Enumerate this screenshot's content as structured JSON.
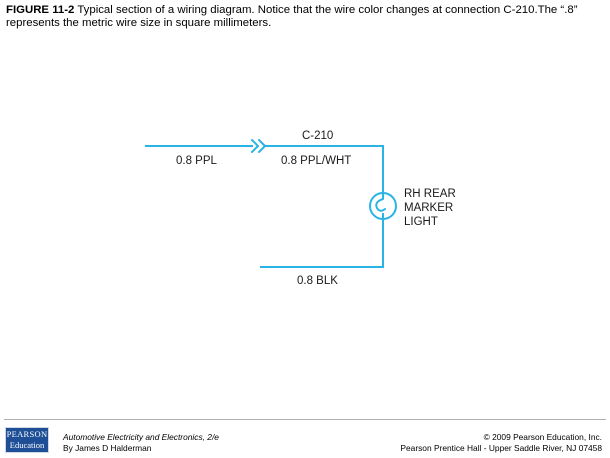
{
  "caption": {
    "figure_number": "FIGURE 11-2",
    "text": " Typical section of a wiring diagram. Notice that the wire color changes at connection C-210.The “.8” represents the metric wire size in square millimeters."
  },
  "diagram": {
    "wire_color": "#2ab4e6",
    "connector_label": "C-210",
    "labels": {
      "input_wire": "0.8 PPL",
      "output_wire": "0.8 PPL/WHT",
      "ground_wire": "0.8 BLK",
      "component_line1": "RH REAR",
      "component_line2": "MARKER",
      "component_line3": "LIGHT"
    }
  },
  "footer": {
    "logo_line1": "PEARSON",
    "logo_line2": "Education",
    "book_title": "Automotive Electricity and Electronics",
    "book_edition": ", 2/e",
    "author": "By James D Halderman",
    "copyright": "© 2009 Pearson Education, Inc.",
    "publisher": "Pearson Prentice Hall - Upper Saddle River, NJ 07458"
  }
}
